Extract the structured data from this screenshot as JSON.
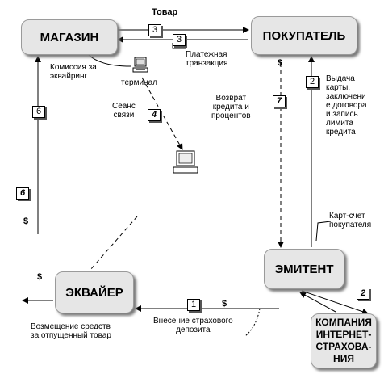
{
  "nodes": {
    "shop": "МАГАЗИН",
    "buyer": "ПОКУПАТЕЛЬ",
    "issuer": "ЭМИТЕНТ",
    "acquirer": "ЭКВАЙЕР",
    "insurer_lines": [
      "КОМПАНИЯ",
      "ИНТЕРНЕТ-",
      "СТРАХОВА-",
      "НИЯ"
    ]
  },
  "steps": {
    "goods_top": "3",
    "goods_bottom": "3",
    "session": "4",
    "compensation_left": "6",
    "compensation_mid": "6",
    "card_issue": "2",
    "insurer_link": "2",
    "deposit": "1",
    "return_credit": "7"
  },
  "labels": {
    "goods": "Товар",
    "payment_lines": [
      "Платежная",
      "транзакция"
    ],
    "commission_lines": [
      "Комиссия за",
      "эквайринг"
    ],
    "terminal": "терминал",
    "session_lines": [
      "Сеанс",
      "связи"
    ],
    "return_lines": [
      "Возврат",
      "кредита и",
      "процентов"
    ],
    "card_issue_lines": [
      "Выдача",
      "карты,",
      "заключени",
      "е договора",
      "и запись",
      "лимита",
      "кредита"
    ],
    "account_lines": [
      "Карт-счет",
      "покупателя"
    ],
    "deposit_lines": [
      "Внесение страхового",
      "депозита"
    ],
    "compensation_lines": [
      "Возмещение средств",
      "за отпущенный товар"
    ]
  },
  "currency": {
    "buyer": "$",
    "left_line": "$",
    "acquirer": "$",
    "deposit": "$"
  },
  "icons": [
    "computer-terminal-icon",
    "computer-icon"
  ]
}
